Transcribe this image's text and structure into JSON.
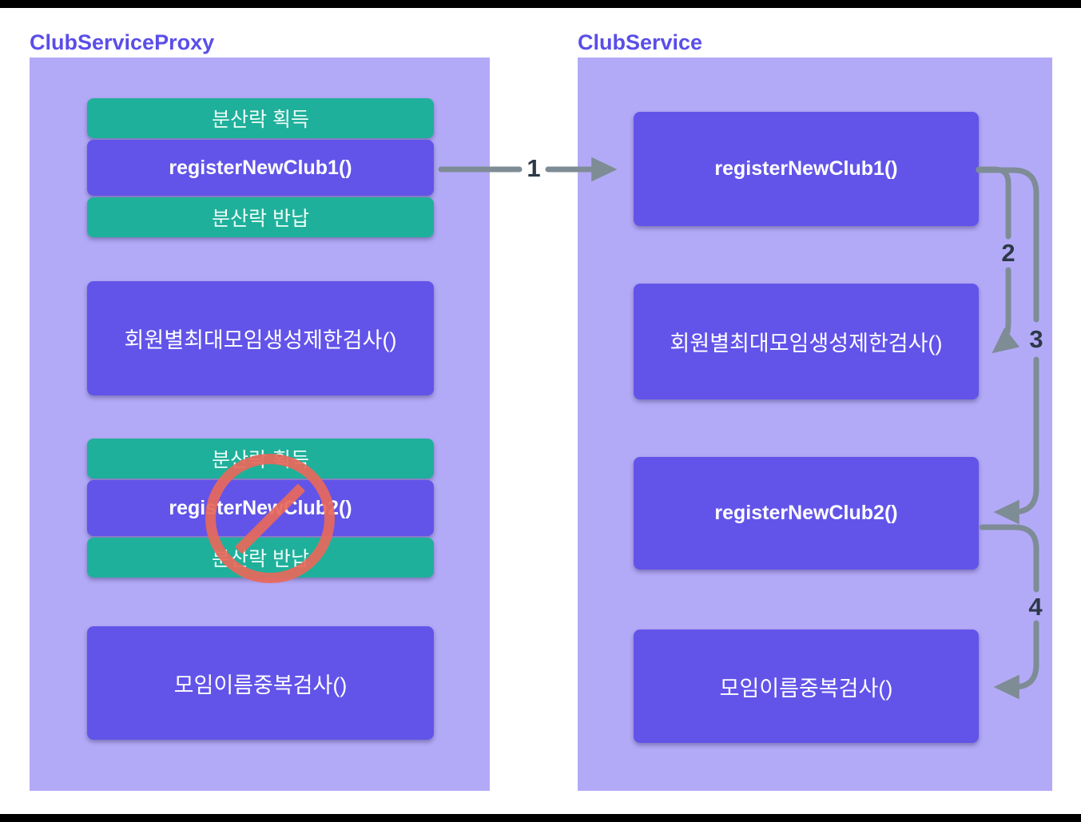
{
  "left_panel": {
    "title": "ClubServiceProxy",
    "group1": {
      "acquire": "분산락 획득",
      "method": "registerNewClub1()",
      "release": "분산락 반납"
    },
    "limit_check": "회원별최대모임생성제한검사()",
    "group2": {
      "acquire": "분산락 획득",
      "method": "registerNewClub2()",
      "release": "분산락 반납"
    },
    "name_check": "모임이름중복검사()"
  },
  "right_panel": {
    "title": "ClubService",
    "register1": "registerNewClub1()",
    "limit_check": "회원별최대모임생성제한검사()",
    "register2": "registerNewClub2()",
    "name_check": "모임이름중복검사()"
  },
  "steps": {
    "s1": "1",
    "s2": "2",
    "s3": "3",
    "s4": "4"
  },
  "colors": {
    "panel_background": "#b3aaf7",
    "method_box": "#6254e9",
    "lock_box": "#1fb09b",
    "title_text": "#5a4ee8",
    "arrow": "#7e8c96",
    "step_number": "#2c3947",
    "prohibition": "#e8695b",
    "edge_bars": "#000000"
  }
}
